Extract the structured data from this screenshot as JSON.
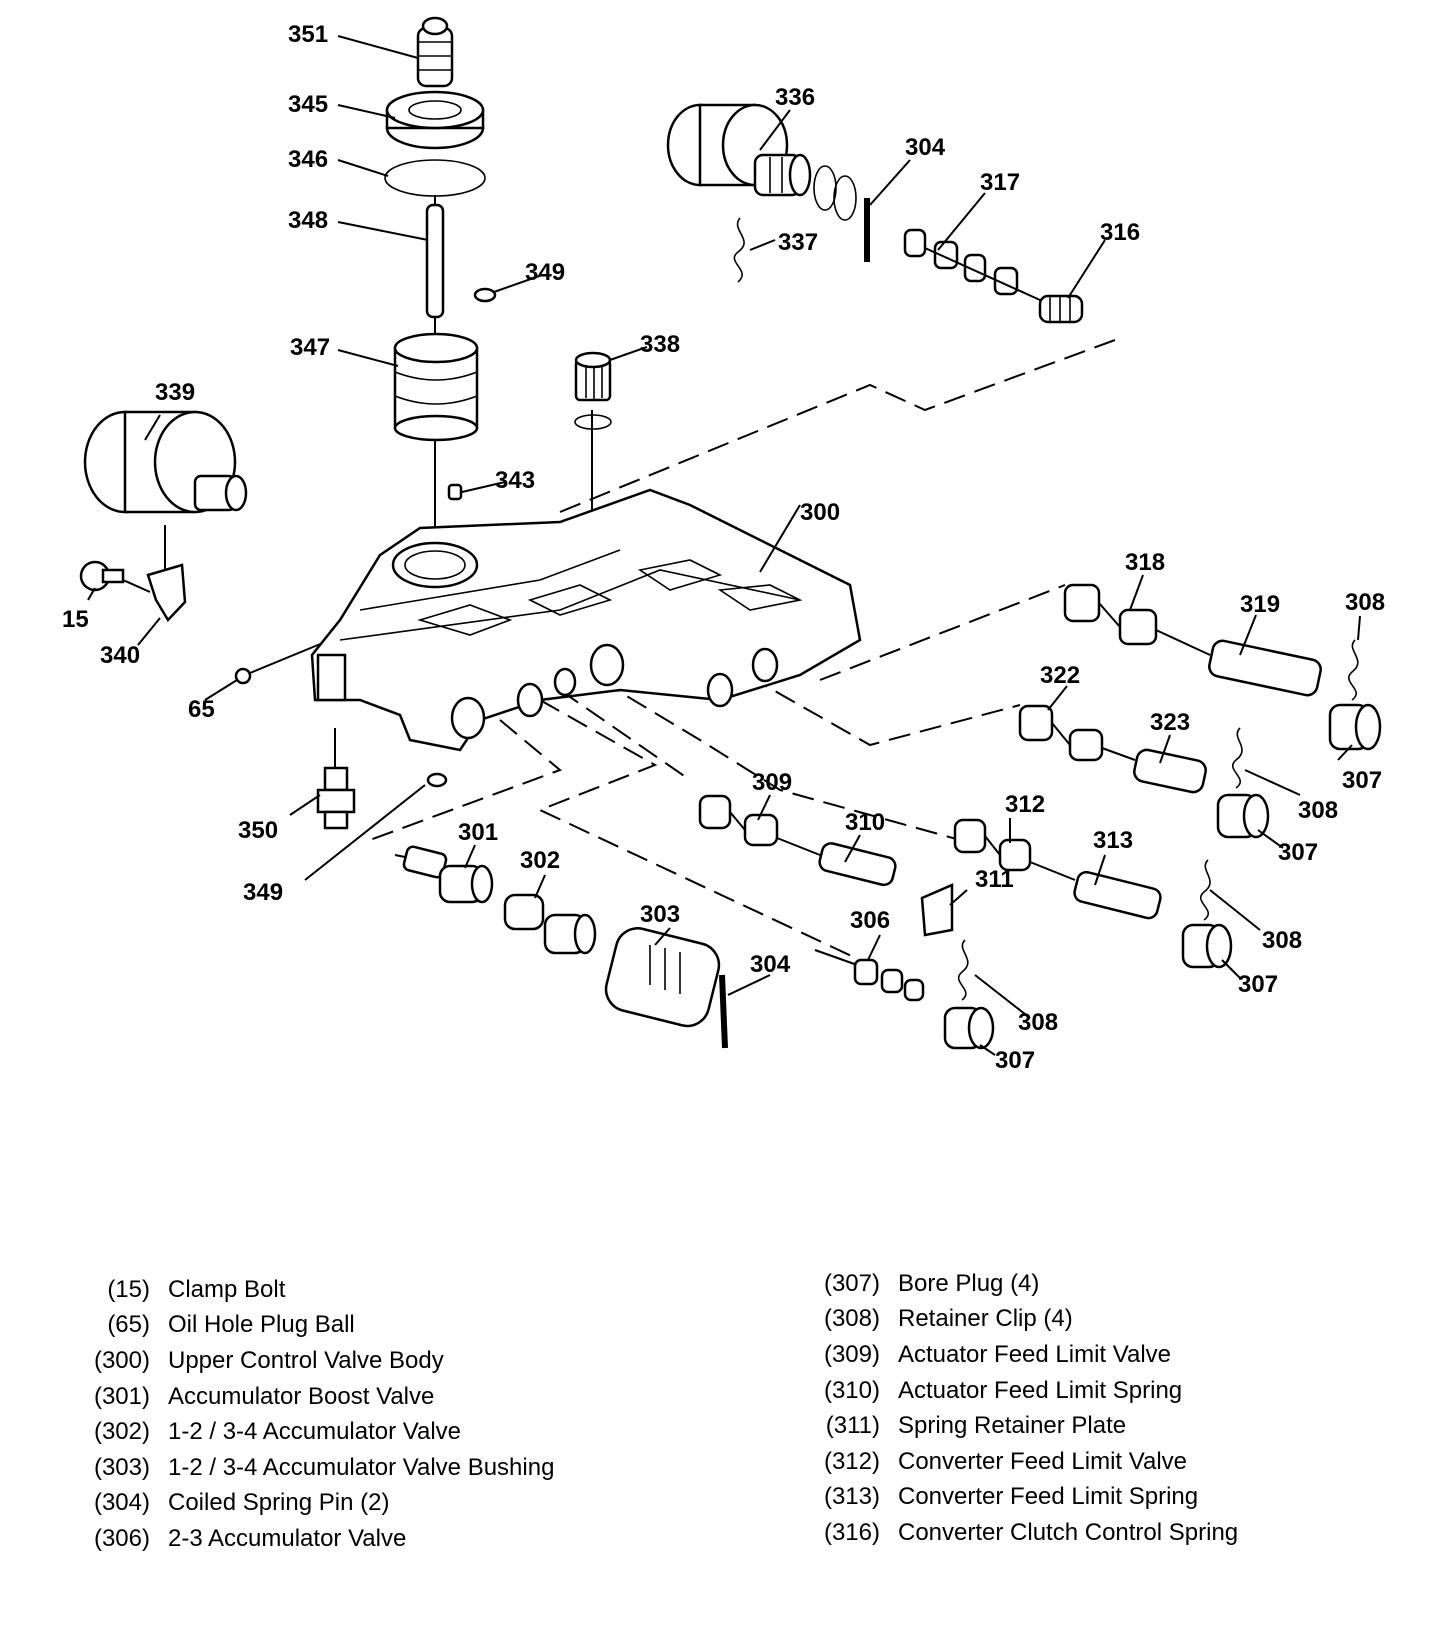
{
  "callouts": [
    "351",
    "345",
    "346",
    "348",
    "349",
    "347",
    "339",
    "343",
    "338",
    "336",
    "304",
    "317",
    "337",
    "316",
    "300",
    "318",
    "319",
    "308",
    "15",
    "340",
    "65",
    "322",
    "323",
    "307",
    "309",
    "312",
    "350",
    "310",
    "313",
    "301",
    "349",
    "302",
    "311",
    "306",
    "303",
    "304",
    "308",
    "307"
  ],
  "legend_left": [
    {
      "num": "(15)",
      "label": "Clamp Bolt"
    },
    {
      "num": "(65)",
      "label": "Oil Hole Plug Ball"
    },
    {
      "num": "(300)",
      "label": "Upper Control Valve Body"
    },
    {
      "num": "(301)",
      "label": "Accumulator Boost Valve"
    },
    {
      "num": "(302)",
      "label": "1-2 / 3-4 Accumulator Valve"
    },
    {
      "num": "(303)",
      "label": "1-2 / 3-4 Accumulator Valve Bushing"
    },
    {
      "num": "(304)",
      "label": "Coiled Spring Pin (2)"
    },
    {
      "num": "(306)",
      "label": "2-3 Accumulator Valve"
    }
  ],
  "legend_right": [
    {
      "num": "(307)",
      "label": "Bore Plug (4)"
    },
    {
      "num": "(308)",
      "label": "Retainer Clip (4)"
    },
    {
      "num": "(309)",
      "label": "Actuator Feed Limit Valve"
    },
    {
      "num": "(310)",
      "label": "Actuator Feed Limit Spring"
    },
    {
      "num": "(311)",
      "label": "Spring Retainer Plate"
    },
    {
      "num": "(312)",
      "label": "Converter Feed Limit Valve"
    },
    {
      "num": "(313)",
      "label": "Converter Feed Limit Spring"
    },
    {
      "num": "(316)",
      "label": "Converter Clutch Control Spring"
    }
  ]
}
